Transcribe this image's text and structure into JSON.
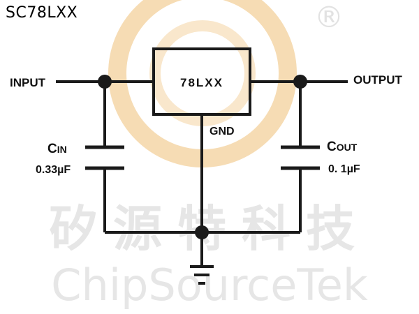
{
  "title": "SC78LXX",
  "watermark": {
    "chinese": "矽源特科技",
    "english": "ChipSourceTek",
    "registered_mark": "®"
  },
  "circuit": {
    "regulator_label": "78LXX",
    "input_label": "INPUT",
    "output_label": "OUTPUT",
    "ground_label": "GND",
    "cin": {
      "name_main": "C",
      "name_sub": "IN",
      "value": "0.33µF"
    },
    "cout": {
      "name_main": "C",
      "name_sub": "OUT",
      "value": "0. 1µF"
    }
  },
  "colors": {
    "wire": "#1a1a1a",
    "logo_orange": "#f3b35a",
    "watermark_gray": "#e6e6e6"
  }
}
